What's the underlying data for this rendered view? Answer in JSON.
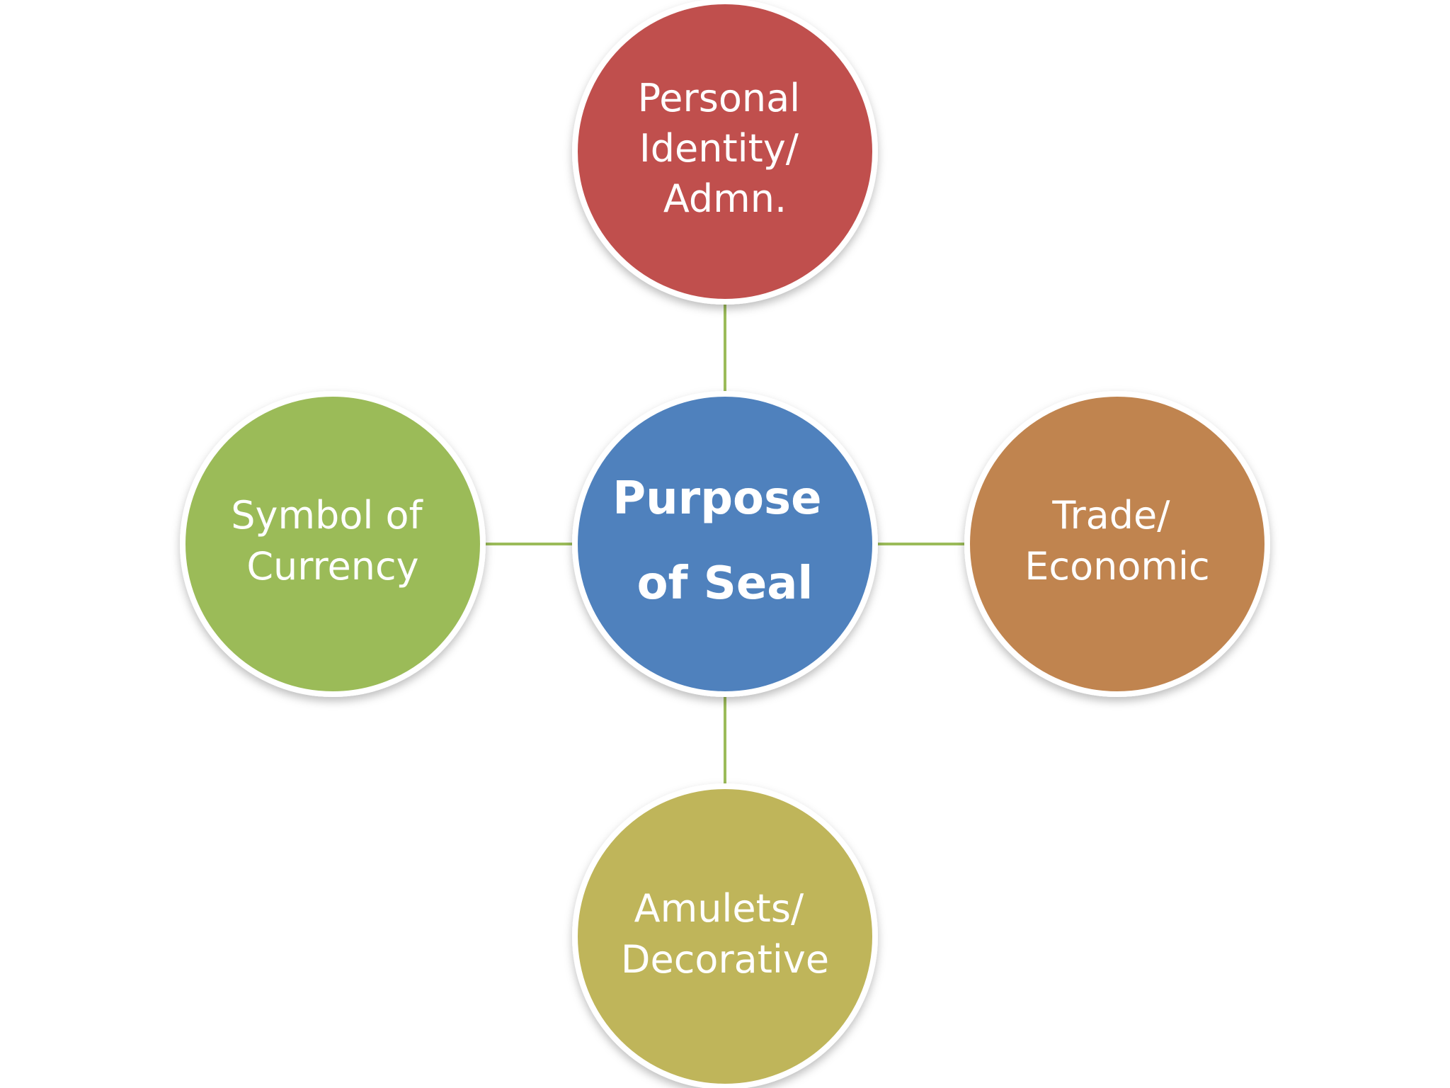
{
  "colors": {
    "connector": "#9bbb59",
    "node_border": "#ffffff"
  },
  "center": {
    "lines": [
      "Purpose",
      "of Seal"
    ],
    "color": "#4f81bd"
  },
  "nodes": {
    "top": {
      "lines": [
        "Personal",
        "Identity/",
        "Admn."
      ],
      "color": "#c0504d"
    },
    "right": {
      "lines": [
        "Trade/",
        "Economic"
      ],
      "color": "#c0844f"
    },
    "bottom": {
      "lines": [
        "Amulets/",
        "Decorative"
      ],
      "color": "#bfb55a"
    },
    "left": {
      "lines": [
        "Symbol of",
        "Currency"
      ],
      "color": "#9bbb59"
    }
  }
}
